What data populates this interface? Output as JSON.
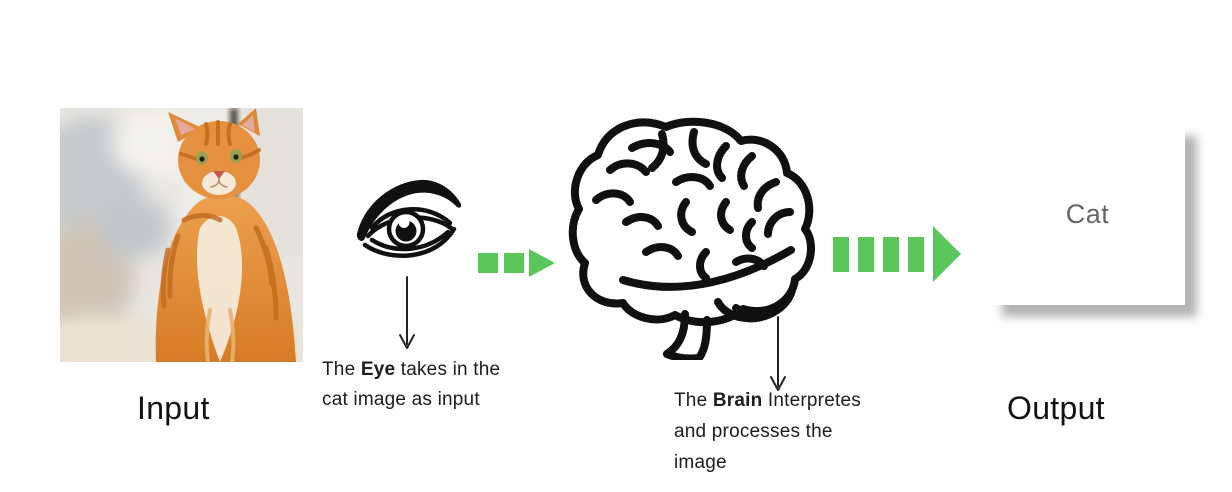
{
  "colors": {
    "arrow_green": "#5bc75b",
    "ink": "#1d1d1d",
    "card_text_gray": "#63666a"
  },
  "input": {
    "label": "Input",
    "photo": "orange-tabby-cat-sitting-by-window"
  },
  "eye_step": {
    "icon": "eye-icon",
    "caption": {
      "l1a": "The ",
      "l1b_bold": "Eye",
      "l1c": " takes in the",
      "l2": "cat image as input"
    }
  },
  "flow_arrows": {
    "arrow1": "green-dashed-arrow-2-segments",
    "arrow2": "green-dashed-arrow-4-segments"
  },
  "brain_step": {
    "icon": "brain-icon",
    "caption": {
      "l1a": "The ",
      "l1b_bold": "Brain",
      "l1c": " Interpretes",
      "l2": "and processes the",
      "l3": "image"
    }
  },
  "output": {
    "label": "Output",
    "card_text": "Cat"
  }
}
